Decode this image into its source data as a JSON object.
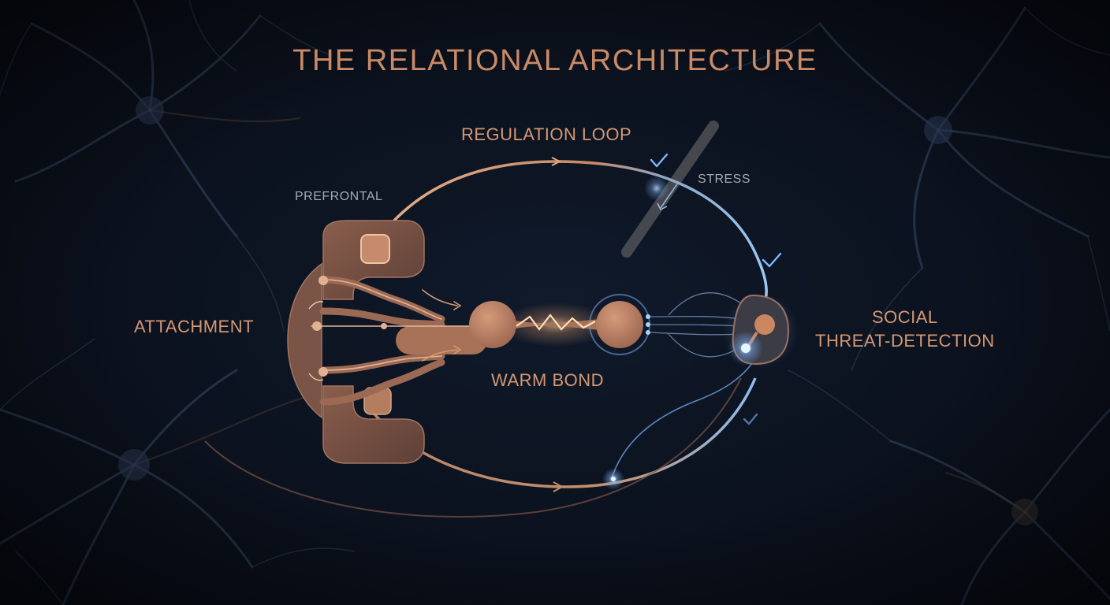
{
  "title": "THE RELATIONAL ARCHITECTURE",
  "labels": {
    "regulation_loop": "REGULATION LOOP",
    "prefrontal": "PREFRONTAL",
    "stress": "STRESS",
    "attachment": "ATTACHMENT",
    "warm_bond": "WARM BOND",
    "social_line1": "SOCIAL",
    "social_line2": "THREAT-DETECTION"
  },
  "colors": {
    "background": "#0c1320",
    "copper": "#c98a66",
    "copper_dark": "#7a5446",
    "blue_glow": "#8fc4ff",
    "label_grey": "#a7a9b0"
  },
  "icons": [
    "checkmark-icon",
    "arrow-icon",
    "spark-icon"
  ]
}
